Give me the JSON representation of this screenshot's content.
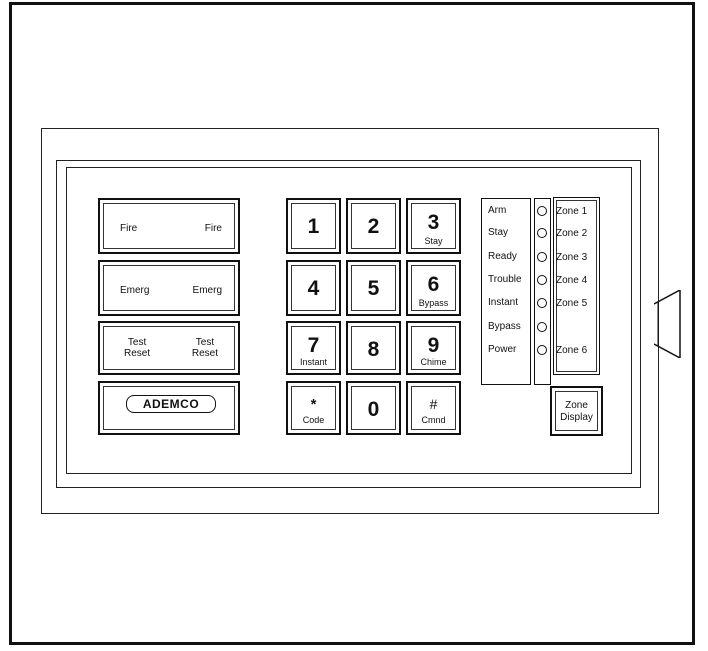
{
  "fire": {
    "left": "Fire",
    "right": "Fire"
  },
  "emerg": {
    "left": "Emerg",
    "right": "Emerg"
  },
  "test_reset": {
    "left_line1": "Test",
    "left_line2": "Reset",
    "right_line1": "Test",
    "right_line2": "Reset"
  },
  "brand": "ADEMCO",
  "keys": [
    {
      "num": "1",
      "sub": ""
    },
    {
      "num": "2",
      "sub": ""
    },
    {
      "num": "3",
      "sub": "Stay"
    },
    {
      "num": "4",
      "sub": ""
    },
    {
      "num": "5",
      "sub": ""
    },
    {
      "num": "6",
      "sub": "Bypass"
    },
    {
      "num": "7",
      "sub": "Instant"
    },
    {
      "num": "8",
      "sub": ""
    },
    {
      "num": "9",
      "sub": "Chime"
    },
    {
      "num": "*",
      "sub": "Code"
    },
    {
      "num": "0",
      "sub": ""
    },
    {
      "num": "#",
      "sub": "Cmnd"
    }
  ],
  "status": [
    "Arm",
    "Stay",
    "Ready",
    "Trouble",
    "Instant",
    "Bypass",
    "Power"
  ],
  "zones": [
    "Zone 1",
    "Zone 2",
    "Zone 3",
    "Zone 4",
    "Zone 5",
    "Zone 6"
  ],
  "zone_display": {
    "line1": "Zone",
    "line2": "Display"
  }
}
